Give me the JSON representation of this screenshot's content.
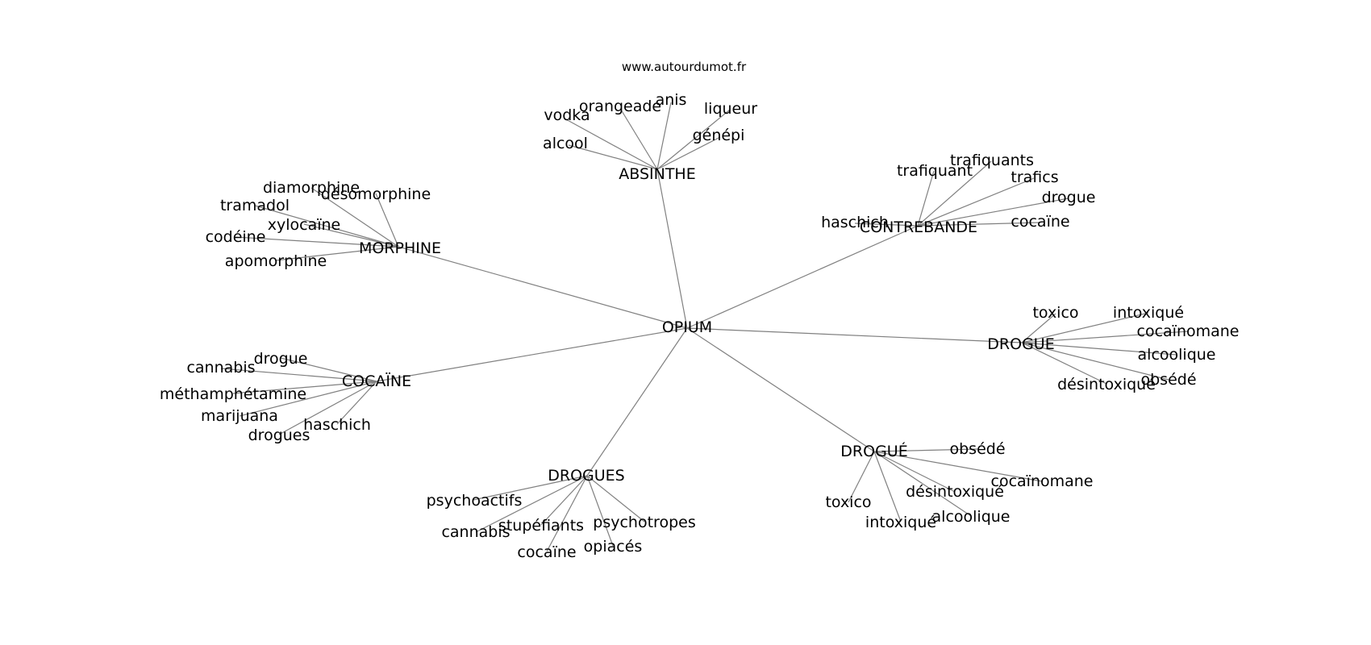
{
  "website": "www.autourdumot.fr",
  "colors": {
    "edge": "#808080",
    "text": "#000000",
    "background": "#ffffff"
  },
  "graph": {
    "root": "OPIUM",
    "groups": [
      {
        "hub": "ABSINTHE",
        "leaves": [
          "vodka",
          "orangeade",
          "anis",
          "liqueur",
          "génépi",
          "alcool"
        ]
      },
      {
        "hub": "CONTREBANDE",
        "leaves": [
          "trafiquant",
          "trafiquants",
          "trafics",
          "drogue",
          "cocaïne",
          "haschich"
        ]
      },
      {
        "hub": "MORPHINE",
        "leaves": [
          "diamorphine",
          "désomorphine",
          "tramadol",
          "xylocaïne",
          "codéine",
          "apomorphine"
        ]
      },
      {
        "hub": "DROGUE",
        "leaves": [
          "toxico",
          "intoxiqué",
          "cocaïnomane",
          "alcoolique",
          "obsédé",
          "désintoxiqué"
        ]
      },
      {
        "hub": "COCAÏNE",
        "leaves": [
          "drogue",
          "cannabis",
          "méthamphétamine",
          "marijuana",
          "drogues",
          "haschich"
        ]
      },
      {
        "hub": "DROGUÉ",
        "leaves": [
          "obsédé",
          "cocaïnomane",
          "désintoxiqué",
          "alcoolique",
          "intoxiqué",
          "toxico"
        ]
      },
      {
        "hub": "DROGUES",
        "leaves": [
          "psychoactifs",
          "cannabis",
          "stupéfiants",
          "cocaïne",
          "opiacés",
          "psychotropes"
        ]
      }
    ]
  }
}
